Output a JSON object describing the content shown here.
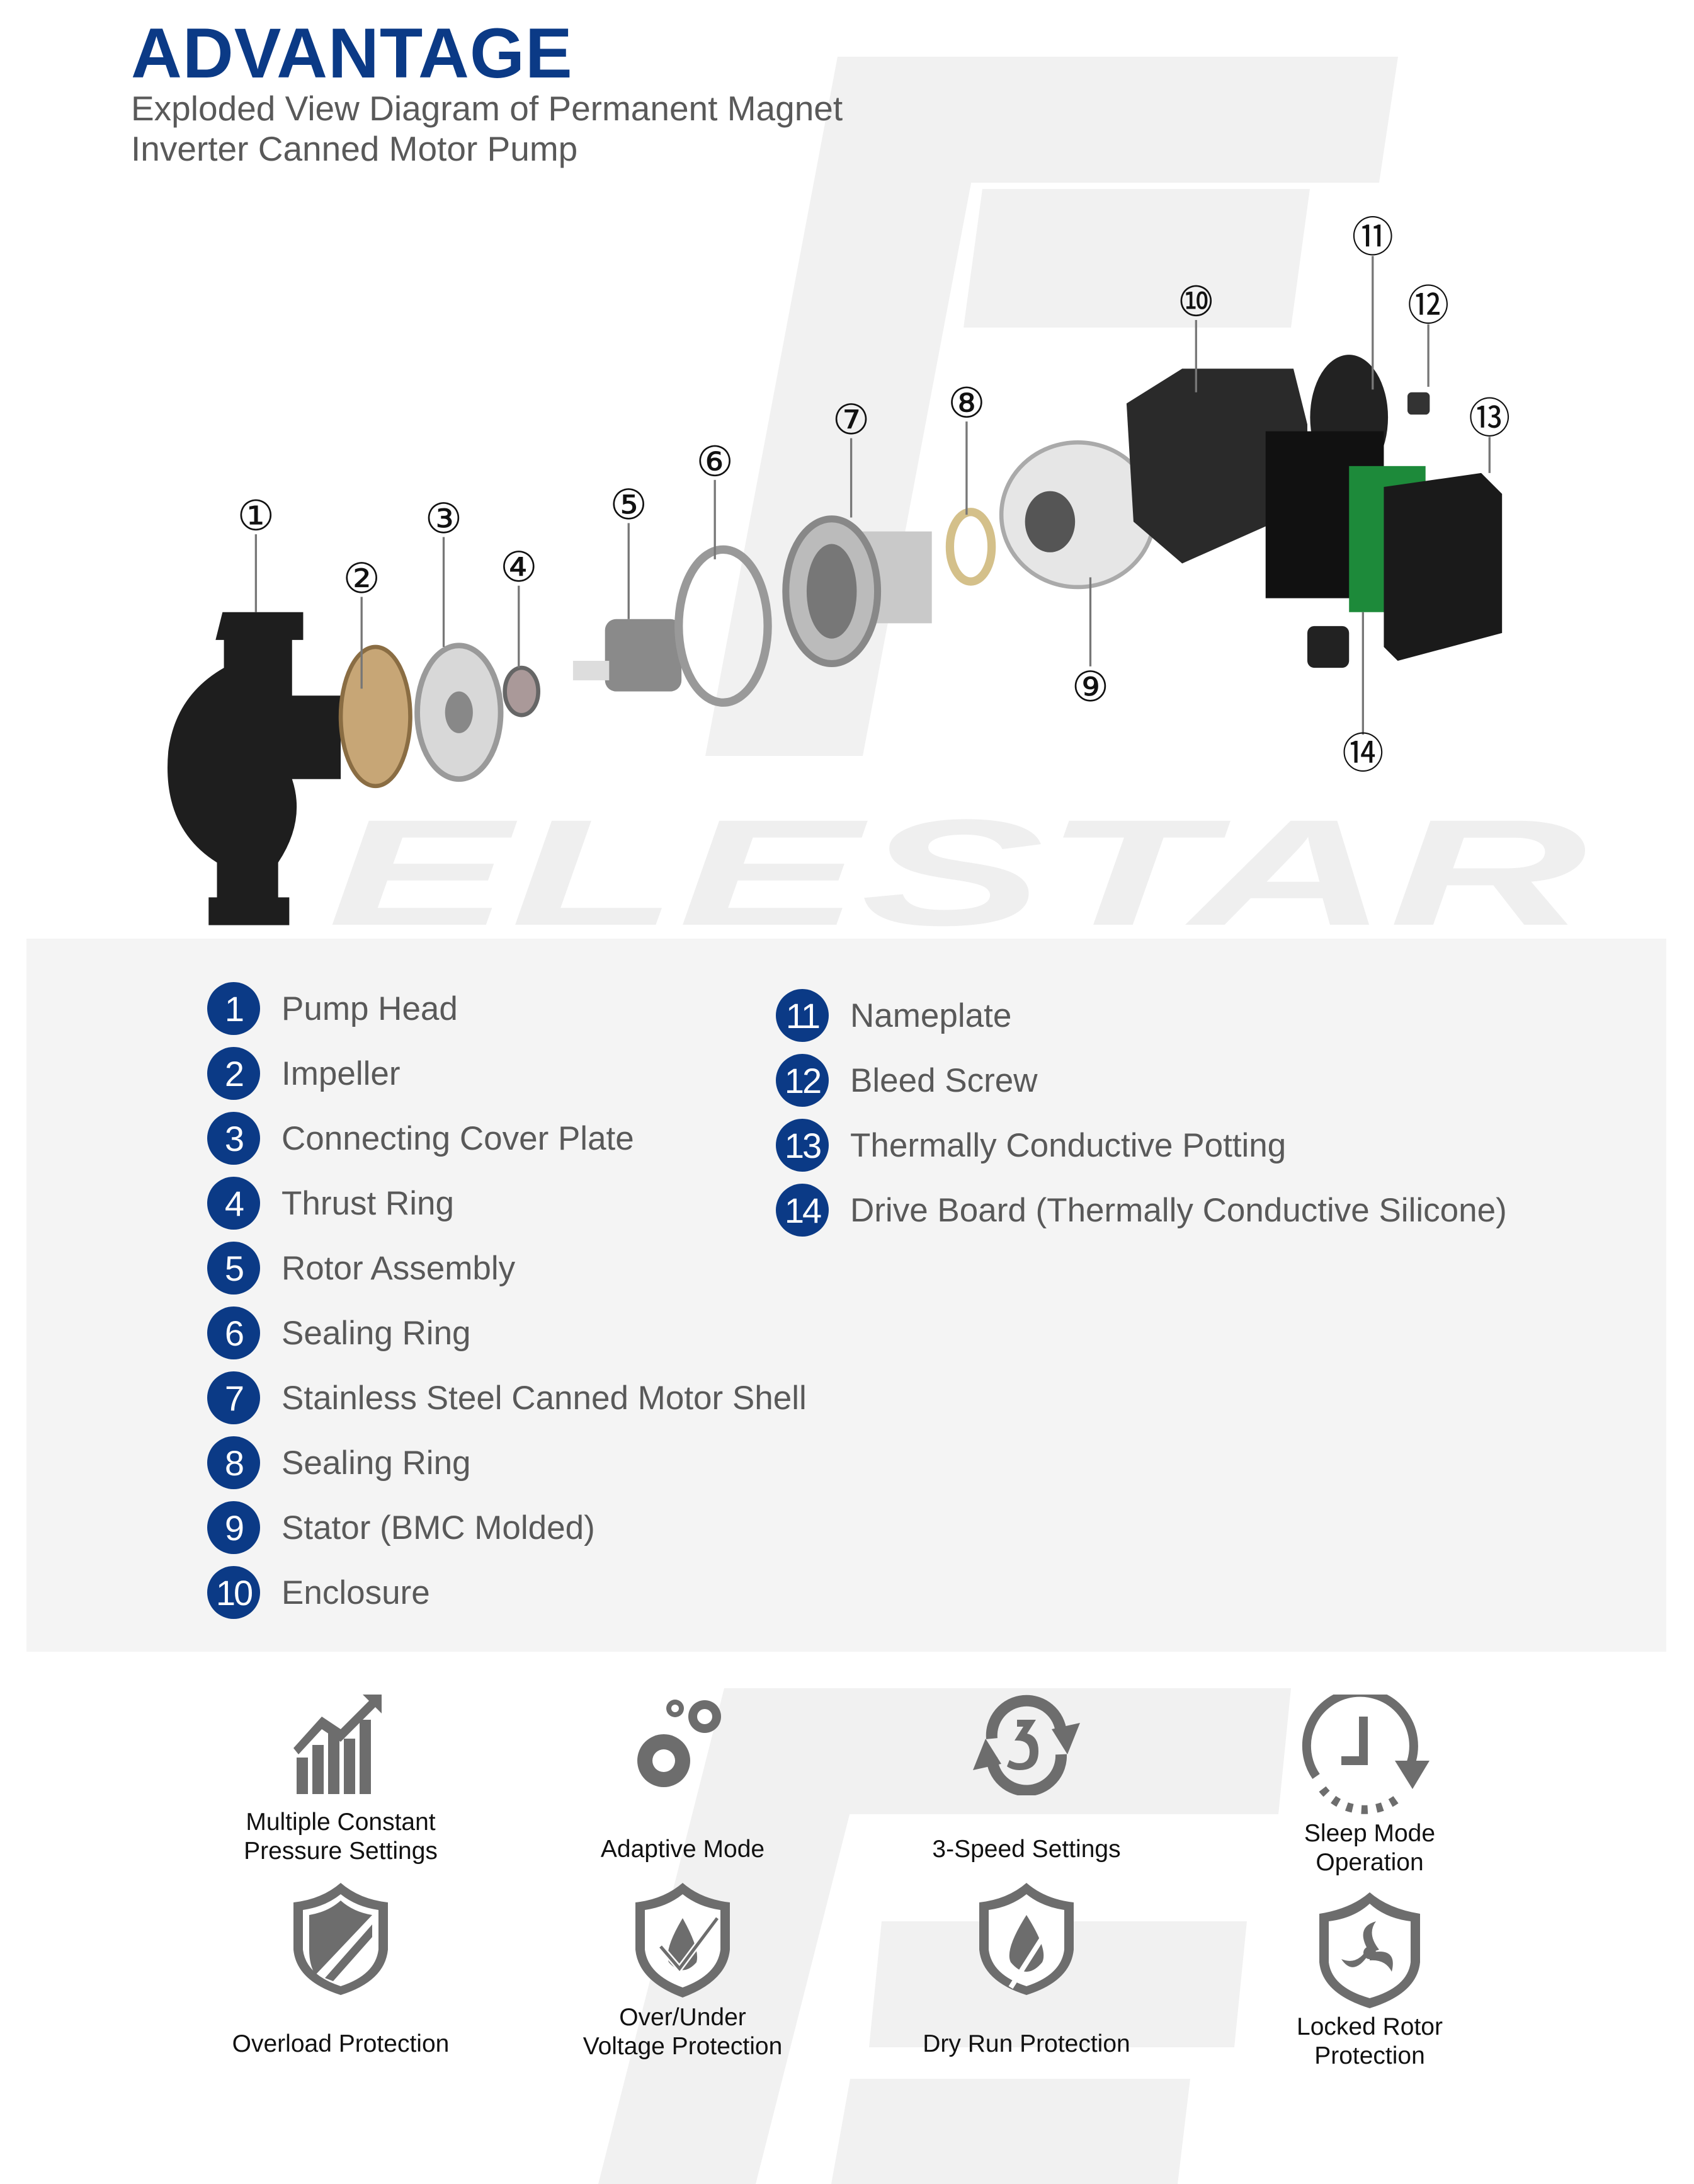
{
  "header": {
    "title": "ADVANTAGE",
    "subtitle_line1": "Exploded View Diagram of Permanent Magnet",
    "subtitle_line2": "Inverter Canned Motor Pump"
  },
  "watermark": "ELESTAR",
  "diagram": {
    "callouts": [
      "①",
      "②",
      "③",
      "④",
      "⑤",
      "⑥",
      "⑦",
      "⑧",
      "⑨",
      "⑩",
      "⑪",
      "⑫",
      "⑬",
      "⑭"
    ]
  },
  "legend": [
    {
      "num": "1",
      "label": "Pump Head"
    },
    {
      "num": "2",
      "label": "Impeller"
    },
    {
      "num": "3",
      "label": "Connecting Cover Plate"
    },
    {
      "num": "4",
      "label": "Thrust Ring"
    },
    {
      "num": "5",
      "label": "Rotor Assembly"
    },
    {
      "num": "6",
      "label": "Sealing Ring"
    },
    {
      "num": "7",
      "label": "Stainless Steel Canned Motor Shell"
    },
    {
      "num": "8",
      "label": "Sealing Ring"
    },
    {
      "num": "9",
      "label": "Stator (BMC Molded)"
    },
    {
      "num": "10",
      "label": "Enclosure"
    },
    {
      "num": "11",
      "label": "Nameplate"
    },
    {
      "num": "12",
      "label": "Bleed Screw"
    },
    {
      "num": "13",
      "label": "Thermally Conductive Potting"
    },
    {
      "num": "14",
      "label": "Drive Board (Thermally Conductive Silicone)"
    }
  ],
  "features": [
    {
      "icon": "rising-chart-icon",
      "l1": "Multiple Constant",
      "l2": "Pressure Settings"
    },
    {
      "icon": "gears-icon",
      "l1": "Adaptive Mode",
      "l2": ""
    },
    {
      "icon": "three-speed-cycle-icon",
      "l1": "3-Speed Settings",
      "l2": ""
    },
    {
      "icon": "sleep-clock-icon",
      "l1": "Sleep Mode",
      "l2": "Operation"
    },
    {
      "icon": "overload-shield-icon",
      "l1": "Overload Protection",
      "l2": ""
    },
    {
      "icon": "voltage-shield-icon",
      "l1": "Over/Under",
      "l2": "Voltage Protection"
    },
    {
      "icon": "dry-run-shield-icon",
      "l1": "Dry Run Protection",
      "l2": ""
    },
    {
      "icon": "locked-rotor-shield-icon",
      "l1": "Locked Rotor",
      "l2": "Protection"
    }
  ],
  "colors": {
    "brand": "#0b3a86",
    "icon": "#6d6d6d",
    "panel": "#f4f4f4"
  }
}
